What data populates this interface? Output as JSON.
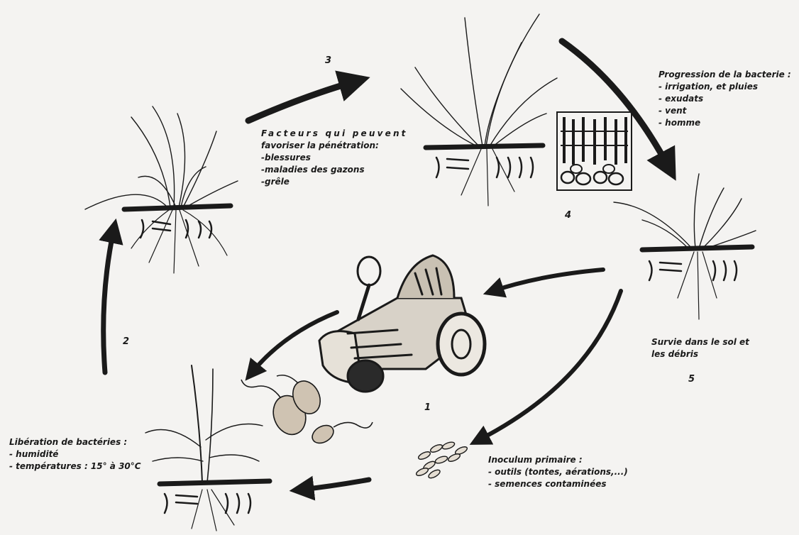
{
  "stages": [
    {
      "number": "1"
    },
    {
      "number": "2"
    },
    {
      "number": "3"
    },
    {
      "number": "4"
    },
    {
      "number": "5"
    }
  ],
  "penetration": {
    "heading_line1": "Facteurs qui peuvent",
    "heading_line2": "favoriser la pénétration:",
    "items": [
      "-blessures",
      "-maladies des gazons",
      "-grêle"
    ]
  },
  "progression": {
    "title": "Progression de la bacterie :",
    "items": [
      "- irrigation, et pluies",
      "- exudats",
      "- vent",
      "- homme"
    ]
  },
  "survival": {
    "line1": "Survie dans le sol et",
    "line2": "les débris"
  },
  "inoculum": {
    "title": "Inoculum primaire :",
    "items": [
      "- outils (tontes, aérations,...)",
      "- semences contaminées"
    ]
  },
  "release": {
    "title": "Libération de bactéries :",
    "items": [
      "- humidité",
      "- températures : 15° à 30°C"
    ]
  },
  "colors": {
    "ink": "#1a1a1a",
    "paper": "#f4f3f1",
    "bacteria_fill": "#cfc3b2"
  }
}
